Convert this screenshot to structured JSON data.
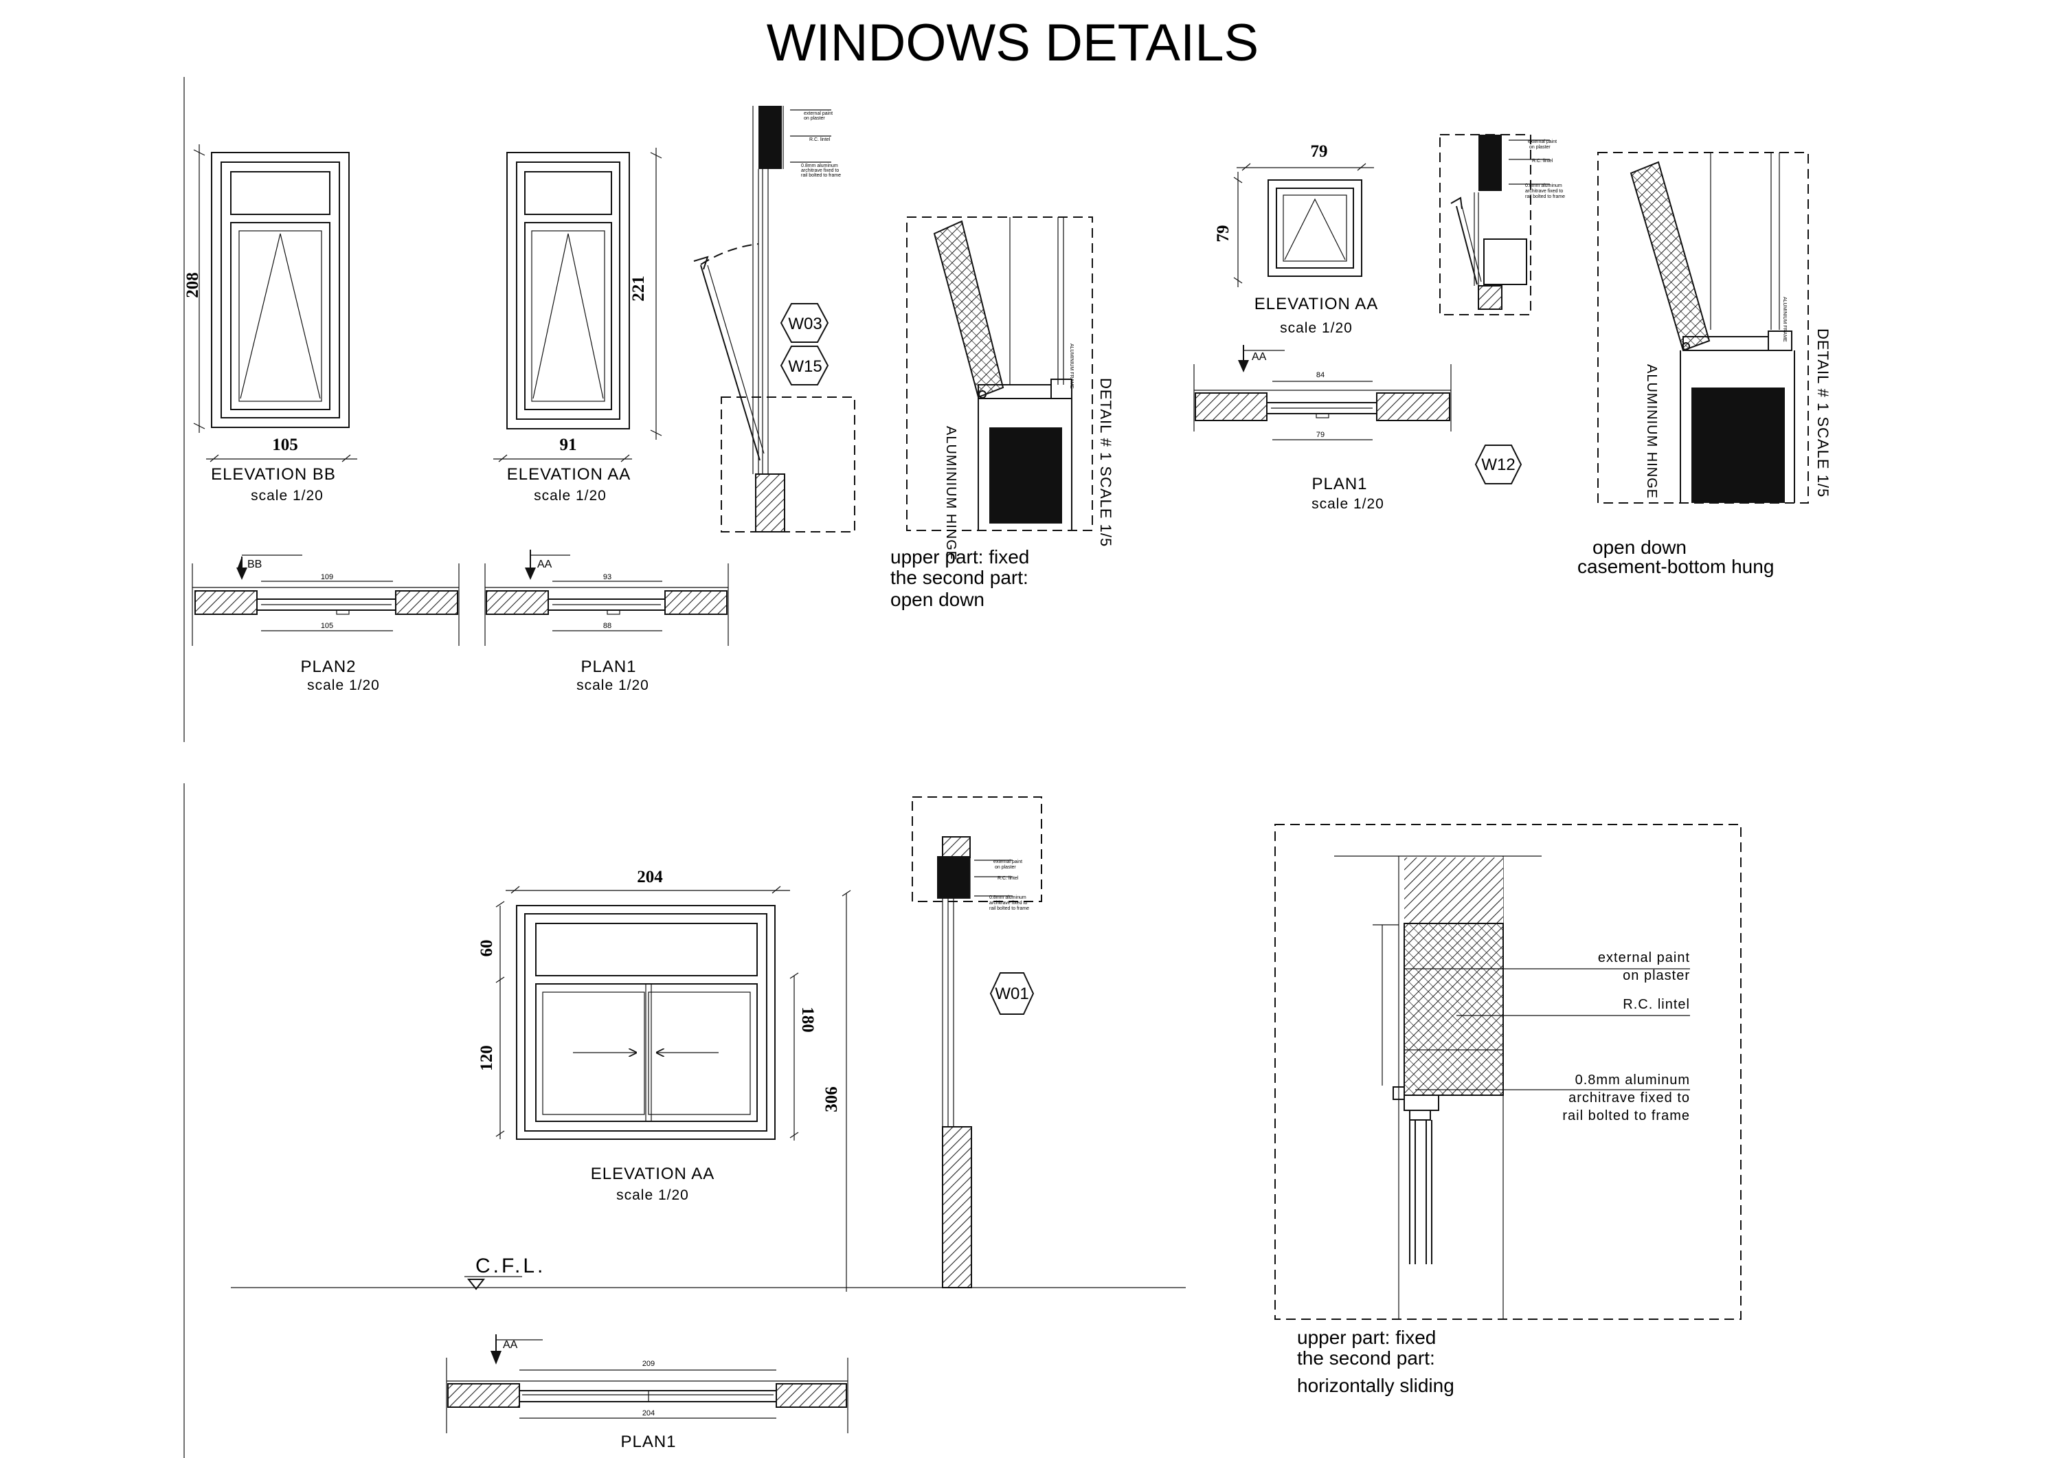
{
  "title": "WINDOWS DETAILS",
  "top_left": {
    "elev_bb": {
      "label": "ELEVATION BB",
      "scale": "scale 1/20",
      "width_dim": "105",
      "height_dim": "208"
    },
    "elev_aa": {
      "label": "ELEVATION AA",
      "scale": "scale 1/20",
      "width_dim": "91",
      "height_dim": "221"
    },
    "plan2": {
      "label": "PLAN2",
      "scale": "scale 1/20",
      "section_mark": "BB",
      "dim_top": "109",
      "dim_bottom": "105"
    },
    "plan1": {
      "label": "PLAN1",
      "scale": "scale 1/20",
      "section_mark": "AA",
      "dim_top": "93",
      "dim_bottom": "88"
    },
    "tags": [
      "W03",
      "W15"
    ],
    "section_notes": [
      "external paint on plaster",
      "R.C. lintel",
      "0.8mm aluminum architrave fixed to rail bolted to frame"
    ]
  },
  "detail_1": {
    "label": "DETAIL # 1 SCALE 1/5",
    "hinge": "ALUMINIUM HINGE",
    "frame": "ALUMINIUM FRAME",
    "note_lines": [
      "upper part: fixed",
      "the second part:",
      "open down"
    ]
  },
  "top_right": {
    "elevation": {
      "label": "ELEVATION AA",
      "scale": "scale 1/20",
      "width_dim": "79",
      "height_dim": "79"
    },
    "plan": {
      "label": "PLAN1",
      "scale": "scale 1/20",
      "section_mark": "AA",
      "dim_top": "84",
      "dim_bottom": "79"
    },
    "tag": "W12",
    "section_notes": [
      "external paint on plaster",
      "R.C. lintel",
      "0.8mm aluminum architrave fixed to rail bolted to frame"
    ]
  },
  "detail_2": {
    "label": "DETAIL # 1 SCALE 1/5",
    "hinge": "ALUMINIUM HINGE",
    "frame": "ALUMINIUM FRAME",
    "note_lines": [
      "open down",
      "casement-bottom hung"
    ]
  },
  "bottom": {
    "elevation": {
      "label": "ELEVATION AA",
      "scale": "scale 1/20",
      "width_dim": "204",
      "top_dim": "60",
      "bottom_dim": "120",
      "right_dim": "180",
      "total_dim": "306"
    },
    "cfl": "C.F.L.",
    "plan": {
      "label": "PLAN1",
      "section_mark": "AA",
      "dim_top": "209",
      "dim_bottom": "204"
    },
    "tag": "W01",
    "section_notes": [
      "external paint on plaster",
      "R.C. lintel",
      "0.8mm aluminum architrave fixed to rail bolted to frame"
    ]
  },
  "large_detail": {
    "callouts": [
      "external paint",
      "on plaster",
      "R.C. lintel",
      "0.8mm aluminum",
      "architrave fixed to",
      "rail bolted to frame"
    ],
    "note_lines": [
      "upper part: fixed",
      "the second part:",
      "horizontally sliding"
    ]
  }
}
